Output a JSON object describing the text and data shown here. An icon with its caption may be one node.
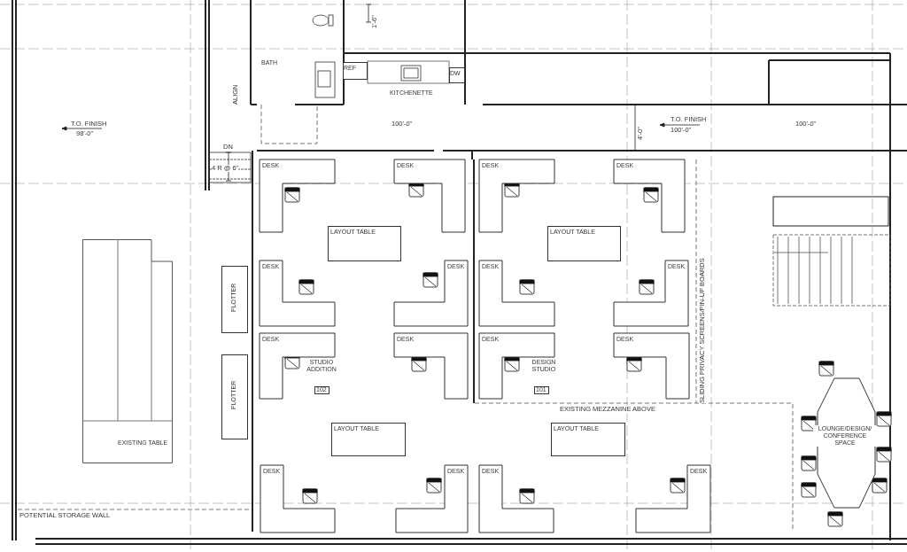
{
  "diagram": {
    "nodes": [
      {
        "text": [
          "BATH"
        ]
      },
      {
        "text": [
          "KITCHENETTE"
        ]
      },
      {
        "text": [
          "REF"
        ]
      },
      {
        "text": [
          "DW"
        ]
      },
      {
        "text": [
          "DESK"
        ]
      },
      {
        "text": [
          "DESK"
        ]
      },
      {
        "text": [
          "DESK"
        ]
      },
      {
        "text": [
          "DESK"
        ]
      },
      {
        "text": [
          "LAYOUT TABLE"
        ]
      },
      {
        "text": [
          "LAYOUT TABLE"
        ]
      },
      {
        "text": [
          "DESK"
        ]
      },
      {
        "text": [
          "DESK"
        ]
      },
      {
        "text": [
          "DESK"
        ]
      },
      {
        "text": [
          "DESK"
        ]
      },
      {
        "text": [
          "DESK"
        ]
      },
      {
        "text": [
          "DESK"
        ]
      },
      {
        "text": [
          "DESK"
        ]
      },
      {
        "text": [
          "DESK"
        ]
      },
      {
        "text": [
          "102"
        ]
      },
      {
        "text": [
          "101"
        ]
      },
      {
        "text": [
          "LAYOUT TABLE"
        ]
      },
      {
        "text": [
          "LAYOUT TABLE"
        ]
      },
      {
        "text": [
          "DESK"
        ]
      },
      {
        "text": [
          "DESK"
        ]
      },
      {
        "text": [
          "DESK"
        ]
      },
      {
        "text": [
          "DESK"
        ]
      },
      {
        "text": [
          "PLOTTER"
        ]
      },
      {
        "text": [
          "PLOTTER"
        ]
      },
      {
        "text": [
          "EXISTING TABLE"
        ]
      },
      {
        "text": [
          "LOUNGE/DESIGN/ CONFERENCE SPACE"
        ]
      }
    ],
    "labels": [
      "1'-6\"",
      "T.O. FINISH",
      "98'-0\"",
      "100'-0\"",
      "ALIGN",
      "4'-0\"",
      "T.O. FINISH",
      "100'-0\"",
      "100'-0\"",
      "DN",
      "4 R @ 6\"",
      "SLIDING PRIVACY SCREENS/PIN-UP BOARDS",
      "STUDIO ADDITION",
      "DESIGN STUDIO",
      "EXISTING MEZZANINE ABOVE",
      "POTENTIAL STORAGE WALL"
    ]
  }
}
